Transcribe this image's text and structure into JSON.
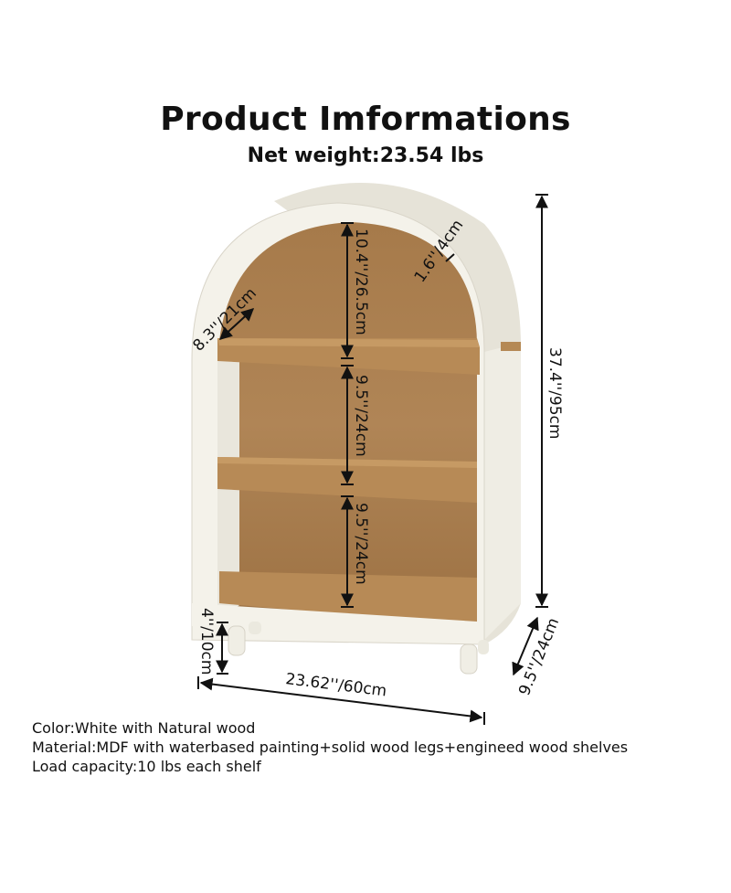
{
  "header": {
    "title": "Product Imformations",
    "net_weight": "Net weight:23.54 lbs"
  },
  "dimensions": {
    "total_height": "37.4''/95cm",
    "top_compartment_height": "10.4''/26.5cm",
    "middle_compartment_height": "9.5''/24cm",
    "bottom_compartment_height": "9.5''/24cm",
    "shelf_depth": "8.3''/21cm",
    "frame_thickness": "1.6''/4cm",
    "leg_height": "4''/10cm",
    "width": "23.62''/60cm",
    "depth": "9.5''/24cm"
  },
  "specs": {
    "color": "Color:White with Natural wood",
    "material": "Material:MDF with waterbased painting+solid wood legs+engineed wood shelves",
    "load_capacity": "Load capacity:10 lbs each shelf"
  },
  "colors": {
    "frame": "#f3f1e8",
    "frame_shadow": "#dcd8cc",
    "wood": "#a97e4f",
    "wood_dark": "#8d6538",
    "shelf": "#b78a56"
  }
}
